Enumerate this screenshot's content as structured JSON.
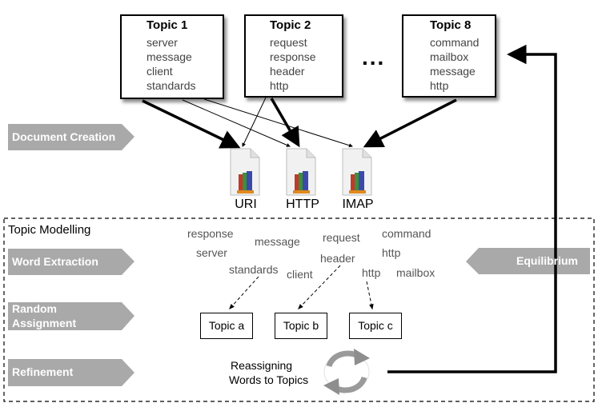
{
  "topics": [
    {
      "title": "Topic 1",
      "words": [
        "server",
        "message",
        "client",
        "standards"
      ]
    },
    {
      "title": "Topic 2",
      "words": [
        "request",
        "response",
        "header",
        "http"
      ]
    },
    {
      "title": "Topic 8",
      "words": [
        "command",
        "mailbox",
        "message",
        "http"
      ]
    }
  ],
  "ellipsis": "...",
  "stages": {
    "document_creation": "Document Creation",
    "word_extraction": "Word Extraction",
    "random_assignment": [
      "Random",
      "Assignment"
    ],
    "refinement": "Refinement",
    "equilibrium": "Equilibrium"
  },
  "documents": [
    "URI",
    "HTTP",
    "IMAP"
  ],
  "modelling": {
    "title": "Topic Modelling",
    "words": [
      "response",
      "message",
      "request",
      "command",
      "server",
      "header",
      "http",
      "standards",
      "client",
      "http",
      "mailbox"
    ],
    "assigned_topics": [
      "Topic a",
      "Topic b",
      "Topic c"
    ],
    "reassign_label": [
      "Reassigning",
      "Words to Topics"
    ]
  },
  "colors": {
    "stage_arrow": "#a9a9a9",
    "book_red": "#c0392b",
    "book_blue": "#3b4aa8",
    "book_orange": "#e08a1e",
    "book_green": "#3d8f3a"
  }
}
